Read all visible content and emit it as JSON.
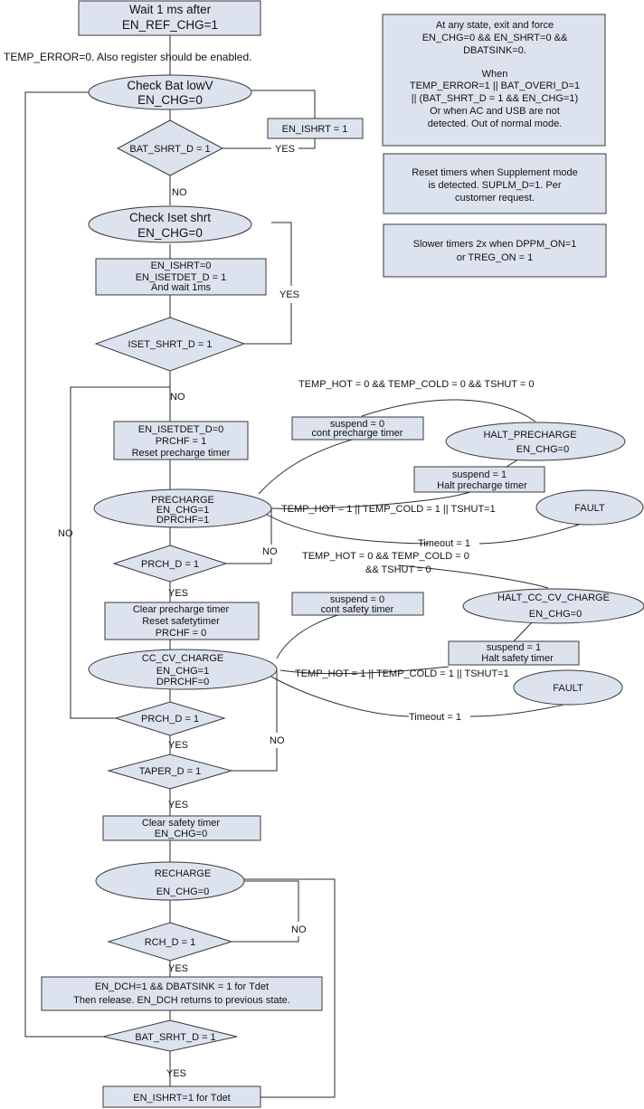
{
  "nodes": {
    "wait": [
      "Wait 1 ms after",
      "EN_REF_CHG=1"
    ],
    "temp_error_note": "TEMP_ERROR=0. Also register should be enabled.",
    "check_bat": [
      "Check Bat lowV",
      "EN_CHG=0"
    ],
    "en_ishrt_1": "EN_ISHRT = 1",
    "bat_shrt_d": "BAT_SHRT_D = 1",
    "check_iset": [
      "Check Iset shrt",
      "EN_CHG=0"
    ],
    "en_ishrt_0": [
      "EN_ISHRT=0",
      "EN_ISETDET_D = 1",
      "And wait 1ms"
    ],
    "iset_shrt_d": "ISET_SHRT_D = 1",
    "en_isetdet_0": [
      "EN_ISETDET_D=0",
      "PRCHF = 1",
      "Reset precharge timer"
    ],
    "precharge": [
      "PRECHARGE",
      "EN_CHG=1",
      "DPRCHF=1"
    ],
    "prch_d_1": "PRCH_D = 1",
    "clear_precharge": [
      "Clear precharge timer",
      "Reset safetytimer",
      "PRCHF = 0"
    ],
    "cc_cv": [
      "CC_CV_CHARGE",
      "EN_CHG=1",
      "DPRCHF=0"
    ],
    "prch_d_2": "PRCH_D = 1",
    "taper_d": "TAPER_D = 1",
    "clear_safety": [
      "Clear safety timer",
      "EN_CHG=0"
    ],
    "recharge": [
      "RECHARGE",
      "EN_CHG=0"
    ],
    "rch_d": "RCH_D = 1",
    "en_dch": [
      "EN_DCH=1 && DBATSINK = 1 for Tdet",
      "Then release. EN_DCH returns to previous state."
    ],
    "bat_srht_d": "BAT_SRHT_D = 1",
    "en_ishrt_tdet": "EN_ISHRT=1 for Tdet",
    "halt_precharge": [
      "HALT_PRECHARGE",
      "EN_CHG=0"
    ],
    "fault_1": "FAULT",
    "halt_cc_cv": [
      "HALT_CC_CV_CHARGE",
      "EN_CHG=0"
    ],
    "fault_2": "FAULT",
    "suspend_0_pre": [
      "suspend = 0",
      "cont precharge timer"
    ],
    "suspend_1_pre": [
      "suspend = 1",
      "Halt precharge timer"
    ],
    "suspend_0_safe": [
      "suspend = 0",
      "cont safety timer"
    ],
    "suspend_1_safe": [
      "suspend = 1",
      "Halt safety timer"
    ]
  },
  "notes": {
    "note1": [
      "At any state, exit and force",
      "EN_CHG=0 && EN_SHRT=0 &&",
      "DBATSINK=0.",
      "",
      "When",
      "TEMP_ERROR=1 || BAT_OVERI_D=1",
      "|| (BAT_SHRT_D = 1 && EN_CHG=1)",
      "Or when AC and USB are not",
      "detected. Out of normal mode."
    ],
    "note2": [
      "Reset timers when Supplement mode",
      "is detected. SUPLM_D=1. Per",
      "customer request."
    ],
    "note3": [
      "Slower timers 2x when DPPM_ON=1",
      "or TREG_ON = 1"
    ]
  },
  "edge_labels": {
    "yes_bat": "YES",
    "no_bat": "NO",
    "yes_iset": "YES",
    "no_iset": "NO",
    "no_left": "NO",
    "no_prch": "NO",
    "yes_prch": "YES",
    "yes_prch2": "YES",
    "no_taper": "NO",
    "yes_taper": "YES",
    "no_rch": "NO",
    "yes_rch": "YES",
    "yes_final": "YES",
    "temp_ok_pre": "TEMP_HOT = 0 && TEMP_COLD = 0 && TSHUT = 0",
    "temp_bad_pre": "TEMP_HOT = 1 || TEMP_COLD = 1 || TSHUT=1",
    "timeout_pre": "Timeout = 1",
    "temp_ok_cc": [
      "TEMP_HOT = 0 && TEMP_COLD = 0",
      "&& TSHUT = 0"
    ],
    "temp_bad_cc": "TEMP_HOT = 1 || TEMP_COLD = 1 || TSHUT=1",
    "timeout_cc": "Timeout = 1"
  }
}
